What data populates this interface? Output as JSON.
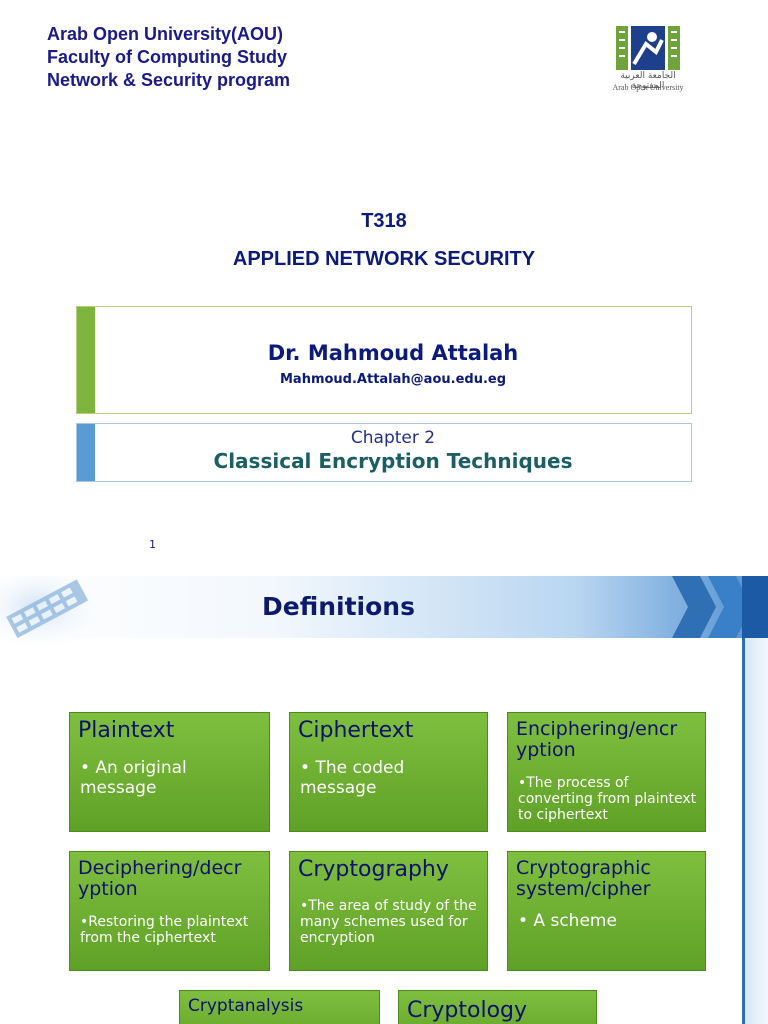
{
  "slide1": {
    "institution_lines": [
      "Arab Open University(AOU)",
      "Faculty of Computing Study",
      "Network & Security program"
    ],
    "logo": {
      "arabic": "الجامعة العربية المفتوحة",
      "english": "Arab Open University"
    },
    "course_code": "T318",
    "course_name": "APPLIED NETWORK SECURITY",
    "author_name": "Dr. Mahmoud Attalah",
    "author_email": "Mahmoud.Attalah@aou.edu.eg",
    "chapter_number": "Chapter 2",
    "chapter_title": "Classical Encryption Techniques",
    "page_number": "1"
  },
  "slide2": {
    "title": "Definitions",
    "cards": [
      {
        "term": "Plaintext",
        "definition": "• An original message"
      },
      {
        "term": "Ciphertext",
        "definition": "• The coded message"
      },
      {
        "term": "Enciphering/encr yption",
        "definition": "•The process of converting from plaintext to ciphertext"
      },
      {
        "term": "Deciphering/decr yption",
        "definition": "•Restoring the plaintext from the ciphertext"
      },
      {
        "term": "Cryptography",
        "definition": "•The area of study of the many schemes used for encryption"
      },
      {
        "term": "Cryptographic system/cipher",
        "definition": "• A scheme"
      },
      {
        "term": "Cryptanalysis",
        "definition": ""
      },
      {
        "term": "Cryptology",
        "definition": ""
      }
    ]
  },
  "colors": {
    "heading_navy": "#0c1a7a",
    "author_bar_green": "#7fb53e",
    "chapter_bar_blue": "#5b9bd5",
    "chapter_title_teal": "#1b5e63",
    "card_green": "#6aad2f",
    "card_heading": "#10106e"
  }
}
